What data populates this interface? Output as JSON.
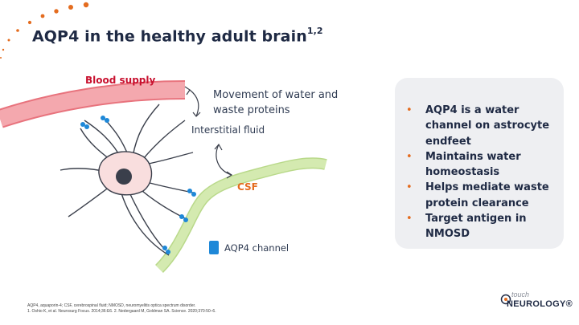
{
  "slide": {
    "title": "AQP4 in the healthy adult brain",
    "title_refs": "1,2"
  },
  "diagram": {
    "blood_supply_label": "Blood supply",
    "movement_label": "Movement of water and waste proteins",
    "interstitial_label": "Interstitial fluid",
    "csf_label": "CSF",
    "aqp4_channel_label": "AQP4 channel"
  },
  "key_points": {
    "bullet": "•",
    "items": [
      "AQP4 is a water channel on astrocyte endfeet",
      "Maintains water homeostasis",
      "Helps mediate waste protein clearance",
      "Target antigen in NMOSD"
    ]
  },
  "footnote": {
    "line1": "AQP4, aquaporin-4; CSF, cerebrospinal fluid; NMOSD, neuromyelitis optica spectrum disorder.",
    "line2": "1. Oshio K, et al. Neurosurg Focus. 2014;36:E6. 2. Nedergaard M, Goldman SA. Science. 2020;370:50–6."
  },
  "logo": {
    "touch": "touch",
    "name": "NEUROLOGY®"
  },
  "colors": {
    "accent_orange": "#e46c1f",
    "blood_red": "#c8102e",
    "vessel_pink": "#f4a8ae",
    "csf_green": "#c9e3a0",
    "aqp4_blue": "#1e88d8",
    "title_navy": "#1f2a44"
  }
}
